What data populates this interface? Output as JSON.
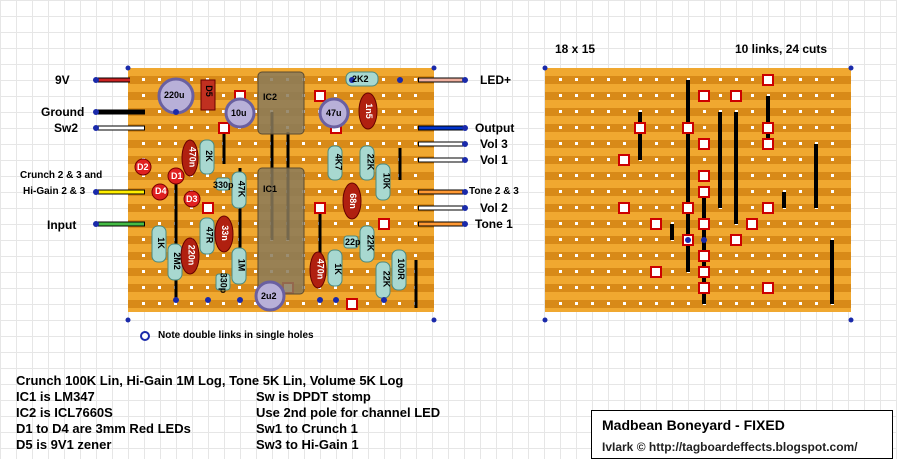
{
  "layout_header": {
    "size": "18 x 15",
    "links_cuts": "10 links, 24 cuts"
  },
  "connections_left": {
    "v9": "9V",
    "ground": "Ground",
    "sw2": "Sw2",
    "crunch_line1": "Crunch 2 & 3 and",
    "crunch_line2": "Hi-Gain 2 & 3",
    "input": "Input"
  },
  "connections_right": {
    "led_plus": "LED+",
    "output": "Output",
    "vol3": "Vol 3",
    "vol1": "Vol 1",
    "tone23": "Tone 2 & 3",
    "vol2": "Vol 2",
    "tone1": "Tone 1"
  },
  "components": {
    "c220u": "220u",
    "d5": "D5",
    "c10u": "10u",
    "ic2": "IC2",
    "c47u": "47u",
    "c1n5": "1n5",
    "r2k2": "2K2",
    "c470n_a": "470n",
    "r2k": "2K",
    "r47k": "47K",
    "c330p_a": "330p",
    "ic1": "IC1",
    "r4k7": "4K7",
    "r22k_a": "22K",
    "r10k": "10K",
    "c68n": "68n",
    "d1": "D1",
    "d2": "D2",
    "d3": "D3",
    "d4": "D4",
    "r1k_a": "1K",
    "r2m2": "2M2",
    "c220n": "220n",
    "r47r": "47R",
    "c33n": "33n",
    "r1m": "1M",
    "c330p_b": "330p",
    "c2u2": "2u2",
    "c470n_b": "470n",
    "r1k_b": "1K",
    "c22p": "22p",
    "r22k_b": "22K",
    "r22k_c": "22K",
    "r100r": "100R"
  },
  "double_link_note": "Note double links in single holes",
  "notes_left": [
    "Crunch 100K Lin, Hi-Gain 1M Log, Tone 5K Lin, Volume 5K Log",
    "IC1 is LM347",
    "IC2 is ICL7660S",
    "D1 to D4 are 3mm Red LEDs",
    "D5 is 9V1 zener"
  ],
  "notes_right": [
    "Sw is DPDT stomp",
    "Use 2nd pole for channel LED",
    "Sw1 to Crunch 1",
    "Sw3 to Hi-Gain 1"
  ],
  "title": {
    "main": "Madbean Boneyard - FIXED",
    "credit": "IvIark © http://tagboardeffects.blogspot.com/"
  },
  "colors": {
    "board": "#f0a830",
    "strip": "#d88a18",
    "link": "#000000",
    "cut": "#cc0000",
    "resistor": "#a8d8d0",
    "film_cap": "#b02010",
    "ic": "#8a7a5a",
    "electrolytic": "#b8b0d8"
  }
}
